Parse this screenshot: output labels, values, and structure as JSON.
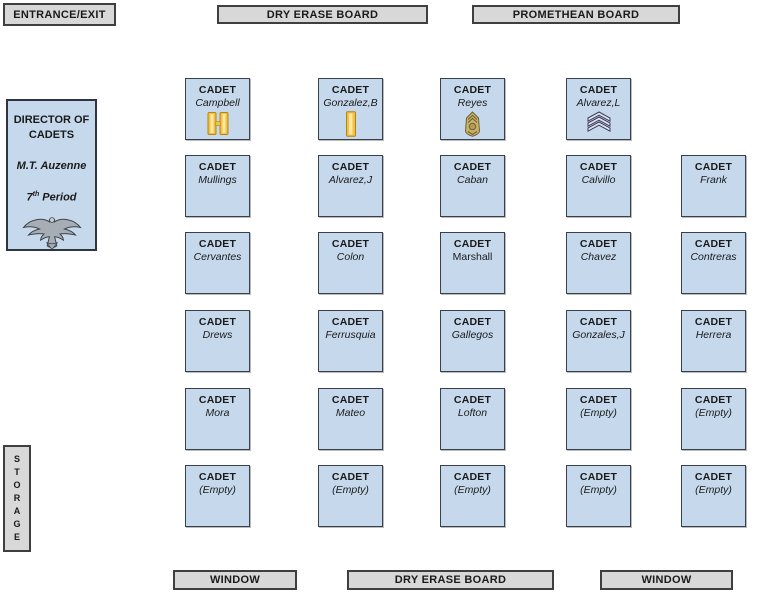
{
  "labels": {
    "entrance": "ENTRANCE/EXIT",
    "board_top_left": "DRY ERASE BOARD",
    "board_top_right": "PROMETHEAN BOARD",
    "storage": "STORAGE",
    "window_left": "WINDOW",
    "board_bottom": "DRY ERASE BOARD",
    "window_right": "WINDOW"
  },
  "director": {
    "title_line1": "DIRECTOR OF",
    "title_line2": "CADETS",
    "name": "M.T. Auzenne",
    "period_num": "7",
    "period_sup": "th",
    "period_rest": " Period",
    "insignia": "colonel-eagle-icon"
  },
  "colors": {
    "seat_fill": "#c6d9ec",
    "seat_border": "#39404d",
    "label_fill": "#d8d8d8",
    "label_border": "#3f3f3f",
    "gold": "#f0c04a",
    "gold_dark": "#b8860b",
    "chevron_fill": "#dfe3f2",
    "chevron_edge": "#3c3c5a"
  },
  "seat_title": "CADET",
  "seats": [
    {
      "row": 1,
      "col": 1,
      "name": "Campbell",
      "insignia": "captain-bars-icon"
    },
    {
      "row": 1,
      "col": 2,
      "name": "Gonzalez,B",
      "insignia": "lieutenant-bar-icon"
    },
    {
      "row": 1,
      "col": 3,
      "name": "Reyes",
      "insignia": "sergeant-major-shield-icon"
    },
    {
      "row": 1,
      "col": 4,
      "name": "Alvarez,L",
      "insignia": "sergeant-chevrons-icon"
    },
    {
      "row": 2,
      "col": 1,
      "name": "Mullings"
    },
    {
      "row": 2,
      "col": 2,
      "name": "Alvarez,J"
    },
    {
      "row": 2,
      "col": 3,
      "name": "Caban"
    },
    {
      "row": 2,
      "col": 4,
      "name": "Calvillo"
    },
    {
      "row": 2,
      "col": 5,
      "name": "Frank"
    },
    {
      "row": 3,
      "col": 1,
      "name": "Cervantes"
    },
    {
      "row": 3,
      "col": 2,
      "name": "Colon"
    },
    {
      "row": 3,
      "col": 3,
      "name": "Marshall",
      "italic": false
    },
    {
      "row": 3,
      "col": 4,
      "name": "Chavez"
    },
    {
      "row": 3,
      "col": 5,
      "name": "Contreras"
    },
    {
      "row": 4,
      "col": 1,
      "name": "Drews"
    },
    {
      "row": 4,
      "col": 2,
      "name": "Ferrusquia"
    },
    {
      "row": 4,
      "col": 3,
      "name": "Gallegos"
    },
    {
      "row": 4,
      "col": 4,
      "name": "Gonzales,J"
    },
    {
      "row": 4,
      "col": 5,
      "name": "Herrera"
    },
    {
      "row": 5,
      "col": 1,
      "name": "Mora"
    },
    {
      "row": 5,
      "col": 2,
      "name": "Mateo"
    },
    {
      "row": 5,
      "col": 3,
      "name": "Lofton"
    },
    {
      "row": 5,
      "col": 4,
      "name": "(Empty)"
    },
    {
      "row": 5,
      "col": 5,
      "name": "(Empty)"
    },
    {
      "row": 6,
      "col": 1,
      "name": "(Empty)"
    },
    {
      "row": 6,
      "col": 2,
      "name": "(Empty)"
    },
    {
      "row": 6,
      "col": 3,
      "name": "(Empty)"
    },
    {
      "row": 6,
      "col": 4,
      "name": "(Empty)"
    },
    {
      "row": 6,
      "col": 5,
      "name": "(Empty)"
    }
  ]
}
